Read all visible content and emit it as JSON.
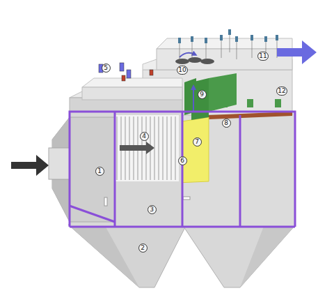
{
  "diagram": {
    "labels": [
      "1",
      "2",
      "3",
      "4",
      "5",
      "6",
      "7",
      "8",
      "9",
      "10",
      "11",
      "12"
    ]
  }
}
